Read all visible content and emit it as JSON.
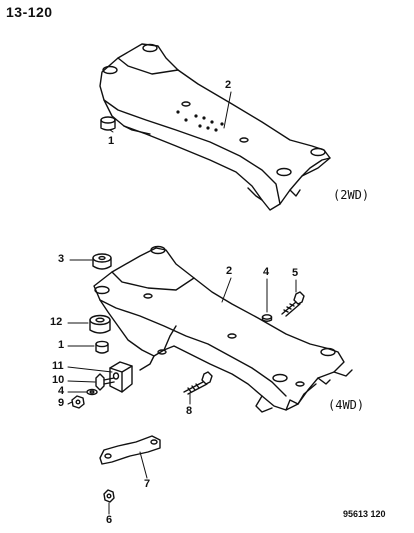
{
  "page_id": "13-120",
  "figure_code": "95613  120",
  "variants": {
    "two_wd": "(2WD)",
    "four_wd": "(4WD)"
  },
  "callouts": {
    "upper_crossmember": "2",
    "upper_bushing": "1",
    "lower_crossmember": "2",
    "lower_upper_bushing": "3",
    "lower_washer": "4",
    "lower_bolt_top": "5",
    "lower_bushing_12": "12",
    "lower_bushing_1": "1",
    "bracket_11": "11",
    "bolt_10": "10",
    "washer_4b": "4",
    "nut_9": "9",
    "bolt_8": "8",
    "brace_7": "7",
    "nut_6": "6"
  }
}
